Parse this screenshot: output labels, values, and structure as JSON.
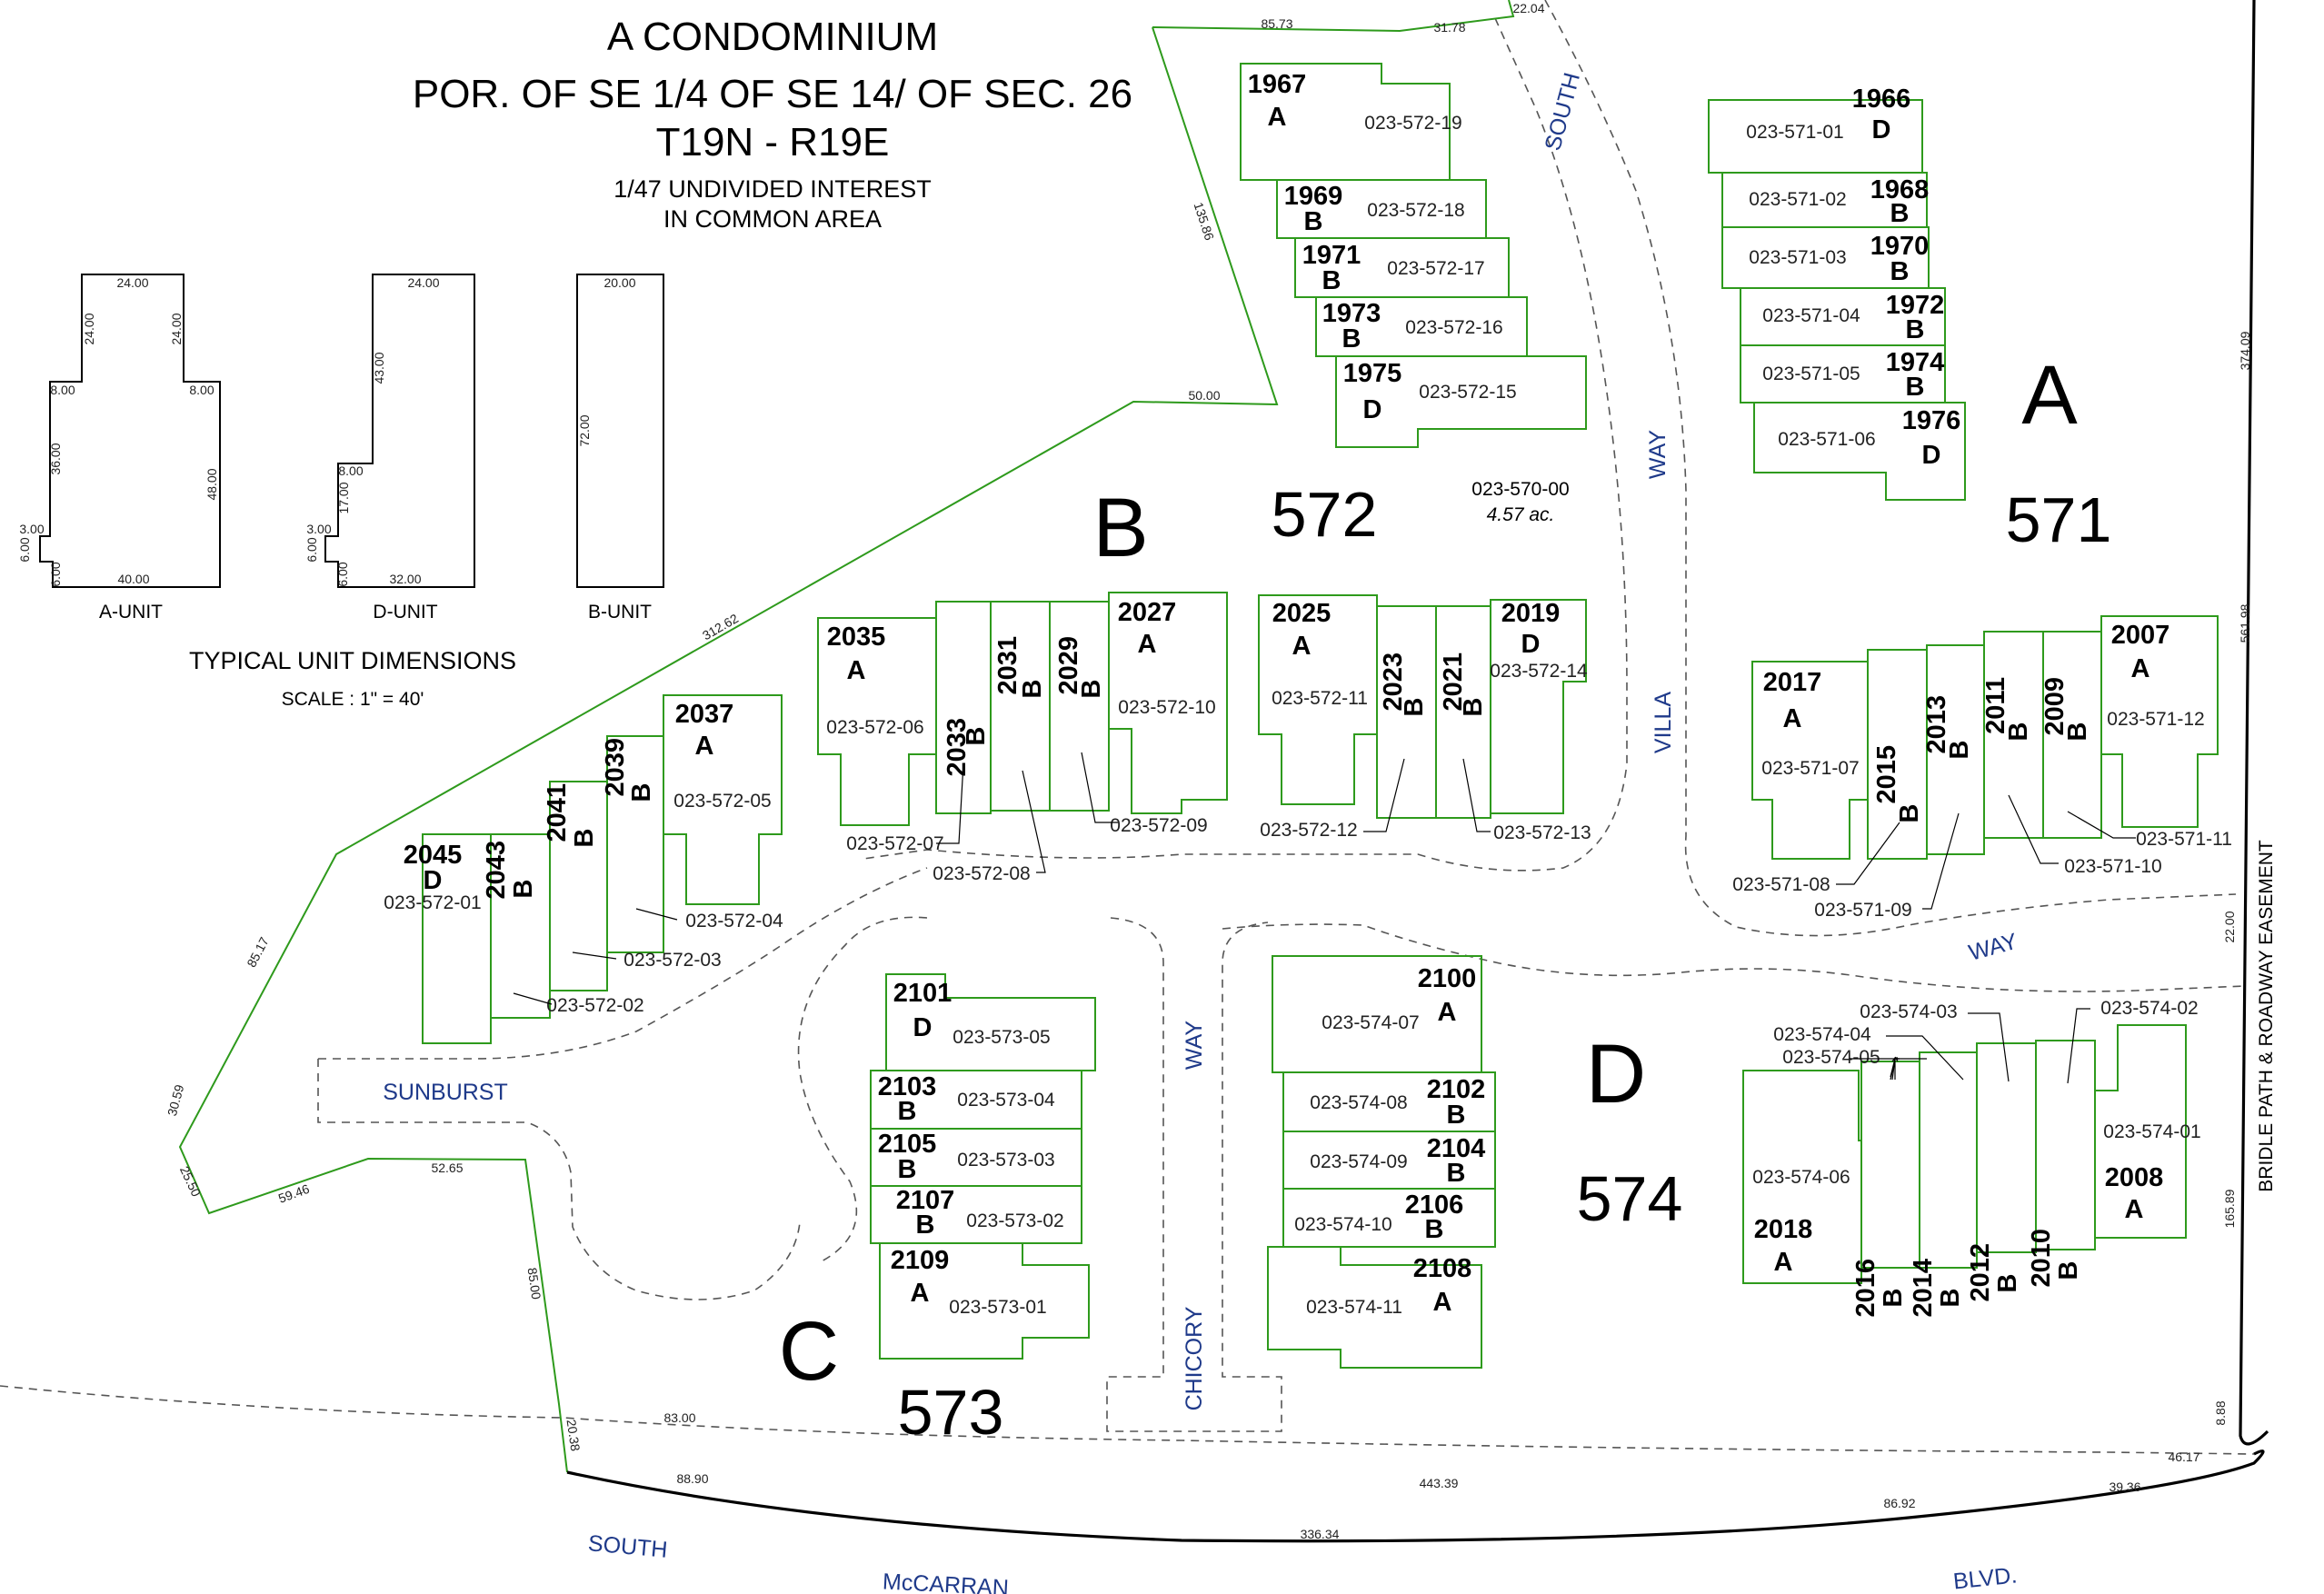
{
  "title": {
    "line1": "A  CONDOMINIUM",
    "line2": "POR. OF SE 1/4 OF SE 14/ OF SEC. 26",
    "line3": "T19N - R19E",
    "line4": "1/47  UNDIVIDED  INTEREST",
    "line5": "IN  COMMON AREA"
  },
  "typical": {
    "heading": "TYPICAL UNIT DIMENSIONS",
    "scale": "SCALE :  1\" = 40'",
    "a_label": "A-UNIT",
    "d_label": "D-UNIT",
    "b_label": "B-UNIT",
    "a_dims": [
      "24.00",
      "24.00",
      "24.00",
      "8.00",
      "8.00",
      "36.00",
      "48.00",
      "3.00",
      "6.00",
      "6.00",
      "40.00"
    ],
    "d_dims": [
      "24.00",
      "43.00",
      "8.00",
      "17.00",
      "3.00",
      "6.00",
      "6.00",
      "32.00"
    ],
    "b_dims": [
      "20.00",
      "72.00"
    ]
  },
  "blocks": {
    "A": {
      "letter": "A",
      "number": "571"
    },
    "B": {
      "letter": "B",
      "number": "572"
    },
    "C": {
      "letter": "C",
      "number": "573"
    },
    "D": {
      "letter": "D",
      "number": "574"
    }
  },
  "common": {
    "parcel": "023-570-00",
    "acres": "4.57 ac."
  },
  "streets": {
    "south1": "SOUTH",
    "way1": "WAY",
    "villa": "VILLA",
    "way2": "WAY",
    "sunburst": "SUNBURST",
    "way3": "WAY",
    "chicory": "CHICORY",
    "south2": "SOUTH",
    "mccarran": "McCARRAN",
    "blvd": "BLVD.",
    "bridle": "BRIDLE   PATH   &   ROADWAY   EASEMENT"
  },
  "bdims": [
    "85.73",
    "31.78",
    "22.04",
    "135.86",
    "50.00",
    "312.62",
    "85.17",
    "30.59",
    "25.50",
    "59.46",
    "52.65",
    "85.00",
    "20.38",
    "83.00",
    "88.90",
    "443.39",
    "336.34",
    "86.92",
    "39.36",
    "46.17",
    "8.88",
    "165.89",
    "22.00",
    "561.98",
    "374.09"
  ],
  "units": [
    {
      "num": "1967",
      "type": "A",
      "apn": "023-572-19"
    },
    {
      "num": "1969",
      "type": "B",
      "apn": "023-572-18"
    },
    {
      "num": "1971",
      "type": "B",
      "apn": "023-572-17"
    },
    {
      "num": "1973",
      "type": "B",
      "apn": "023-572-16"
    },
    {
      "num": "1975",
      "type": "D",
      "apn": "023-572-15"
    },
    {
      "num": "1966",
      "type": "D",
      "apn": "023-571-01"
    },
    {
      "num": "1968",
      "type": "B",
      "apn": "023-571-02"
    },
    {
      "num": "1970",
      "type": "B",
      "apn": "023-571-03"
    },
    {
      "num": "1972",
      "type": "B",
      "apn": "023-571-04"
    },
    {
      "num": "1974",
      "type": "B",
      "apn": "023-571-05"
    },
    {
      "num": "1976",
      "type": "D",
      "apn": "023-571-06"
    },
    {
      "num": "2035",
      "type": "A",
      "apn": "023-572-06"
    },
    {
      "num": "2033",
      "type": "B",
      "apn": "023-572-07"
    },
    {
      "num": "2031",
      "type": "B",
      "apn": "023-572-08"
    },
    {
      "num": "2029",
      "type": "B",
      "apn": "023-572-09"
    },
    {
      "num": "2027",
      "type": "A",
      "apn": "023-572-10"
    },
    {
      "num": "2025",
      "type": "A",
      "apn": "023-572-11"
    },
    {
      "num": "2023",
      "type": "B",
      "apn": "023-572-12"
    },
    {
      "num": "2021",
      "type": "B",
      "apn": "023-572-13"
    },
    {
      "num": "2019",
      "type": "D",
      "apn": "023-572-14"
    },
    {
      "num": "2045",
      "type": "D",
      "apn": "023-572-01"
    },
    {
      "num": "2043",
      "type": "B",
      "apn": "023-572-02"
    },
    {
      "num": "2041",
      "type": "B",
      "apn": "023-572-03"
    },
    {
      "num": "2039",
      "type": "B",
      "apn": "023-572-04"
    },
    {
      "num": "2037",
      "type": "A",
      "apn": "023-572-05"
    },
    {
      "num": "2017",
      "type": "A",
      "apn": "023-571-07"
    },
    {
      "num": "2015",
      "type": "B",
      "apn": "023-571-08"
    },
    {
      "num": "2013",
      "type": "B",
      "apn": "023-571-09"
    },
    {
      "num": "2011",
      "type": "B",
      "apn": "023-571-10"
    },
    {
      "num": "2009",
      "type": "B",
      "apn": "023-571-11"
    },
    {
      "num": "2007",
      "type": "A",
      "apn": "023-571-12"
    },
    {
      "num": "2101",
      "type": "D",
      "apn": "023-573-05"
    },
    {
      "num": "2103",
      "type": "B",
      "apn": "023-573-04"
    },
    {
      "num": "2105",
      "type": "B",
      "apn": "023-573-03"
    },
    {
      "num": "2107",
      "type": "B",
      "apn": "023-573-02"
    },
    {
      "num": "2109",
      "type": "A",
      "apn": "023-573-01"
    },
    {
      "num": "2100",
      "type": "A",
      "apn": "023-574-07"
    },
    {
      "num": "2102",
      "type": "B",
      "apn": "023-574-08"
    },
    {
      "num": "2104",
      "type": "B",
      "apn": "023-574-09"
    },
    {
      "num": "2106",
      "type": "B",
      "apn": "023-574-10"
    },
    {
      "num": "2108",
      "type": "A",
      "apn": "023-574-11"
    },
    {
      "num": "2018",
      "type": "A",
      "apn": "023-574-06"
    },
    {
      "num": "2016",
      "type": "B",
      "apn": "023-574-05"
    },
    {
      "num": "2014",
      "type": "B",
      "apn": "023-574-04"
    },
    {
      "num": "2012",
      "type": "B",
      "apn": "023-574-03"
    },
    {
      "num": "2010",
      "type": "B",
      "apn": "023-574-02"
    },
    {
      "num": "2008",
      "type": "A",
      "apn": "023-574-01"
    }
  ]
}
